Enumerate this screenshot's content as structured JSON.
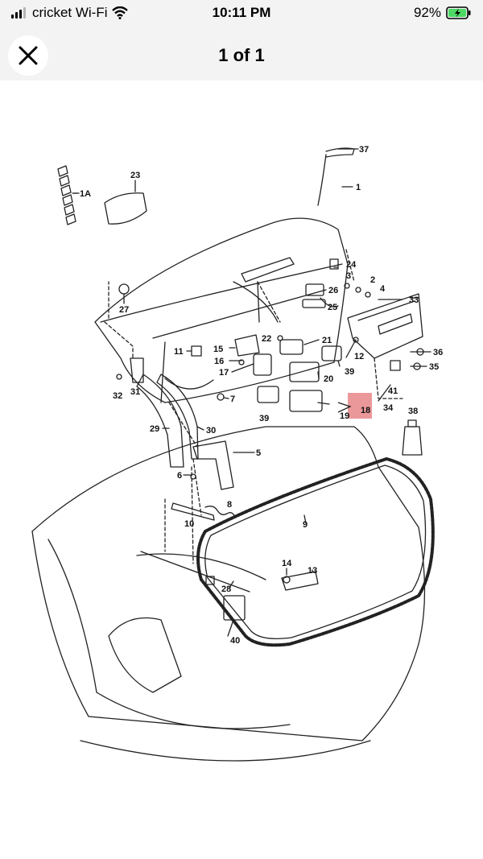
{
  "status_bar": {
    "carrier": "cricket Wi-Fi",
    "time": "10:11 PM",
    "battery": "92%",
    "icons": [
      "signal-icon",
      "wifi-icon",
      "battery-charging-icon"
    ]
  },
  "nav": {
    "title": "1 of 1",
    "close_icon": "close-icon"
  },
  "diagram": {
    "labels": [
      "37",
      "1",
      "23",
      "1A",
      "24",
      "3",
      "2",
      "26",
      "4",
      "25",
      "33",
      "27",
      "22",
      "21",
      "12",
      "15",
      "36",
      "11",
      "16",
      "17",
      "20",
      "39",
      "35",
      "7",
      "32",
      "31",
      "41",
      "39",
      "34",
      "18",
      "19",
      "38",
      "29",
      "30",
      "5",
      "6",
      "8",
      "10",
      "9",
      "14",
      "13",
      "28",
      "40"
    ],
    "highlight_color": "#e8868a"
  }
}
